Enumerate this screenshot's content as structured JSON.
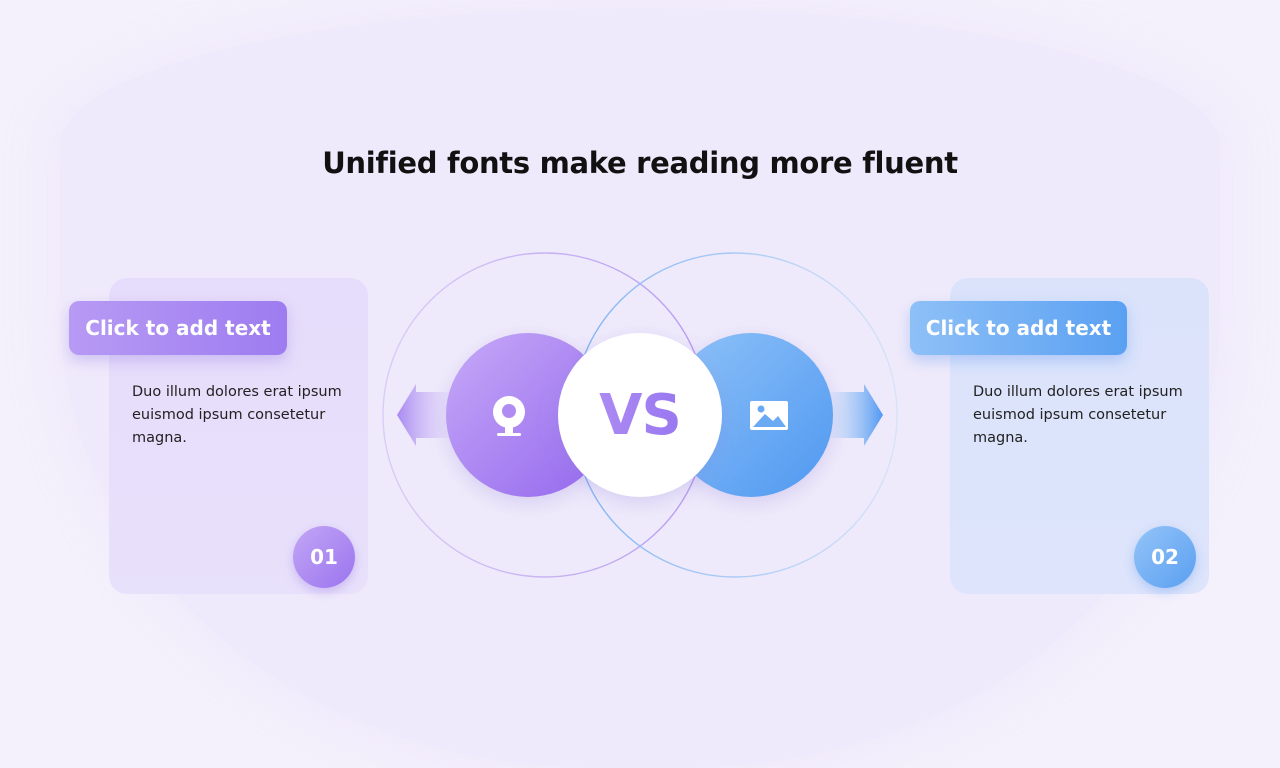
{
  "title": "Unified fonts make reading more fluent",
  "center_label": "VS",
  "items": [
    {
      "heading": "Click to add text",
      "body": "Duo illum dolores erat ipsum euismod ipsum consetetur magna.",
      "number": "01",
      "icon": "webcam-icon",
      "color": "#9d7cf0"
    },
    {
      "heading": "Click to add text",
      "body": "Duo illum dolores erat ipsum euismod ipsum consetetur magna.",
      "number": "02",
      "icon": "image-icon",
      "color": "#5aa0f2"
    }
  ]
}
